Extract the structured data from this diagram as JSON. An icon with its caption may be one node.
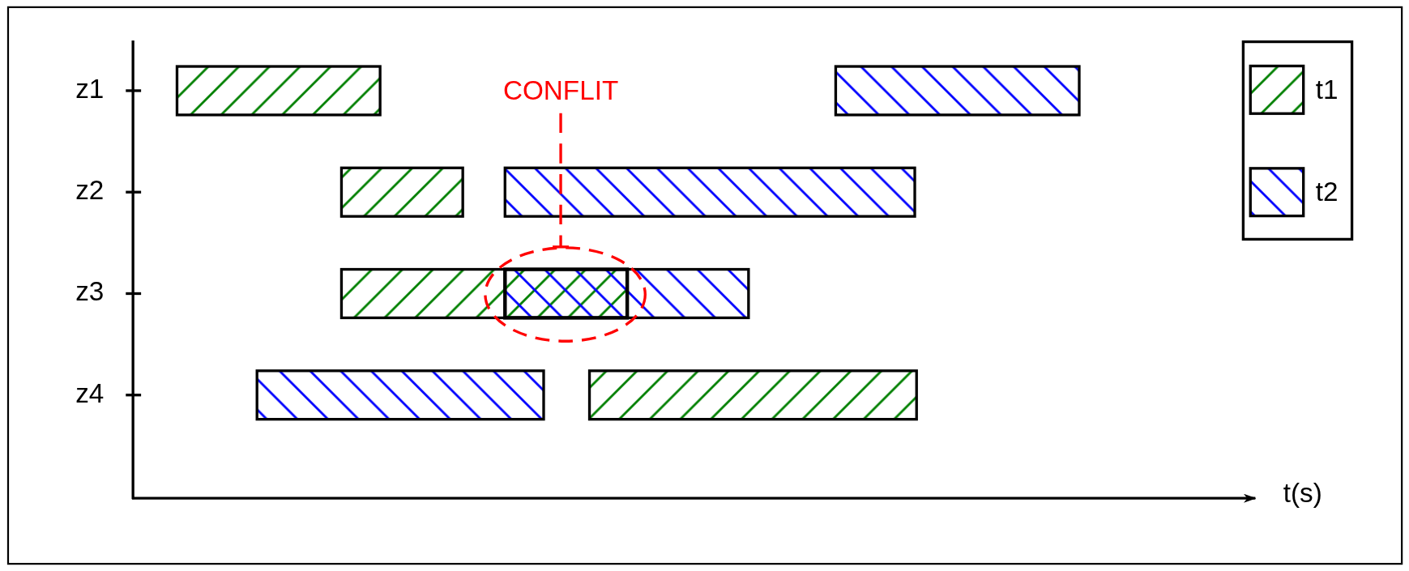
{
  "diagram": {
    "nodes": [
      {
        "text": [
          "CONFLIT"
        ]
      },
      {
        "text": [],
        "shape": "ellipse"
      }
    ],
    "edges": [
      {
        "from": 0,
        "to": 1,
        "arrow": "other",
        "style": "dashed",
        "color": "#ff0000"
      }
    ],
    "labels": [
      "z1",
      "z2",
      "z3",
      "z4",
      "t(s)"
    ],
    "legend": [
      {
        "text": "t1"
      },
      {
        "text": "t2"
      }
    ]
  }
}
